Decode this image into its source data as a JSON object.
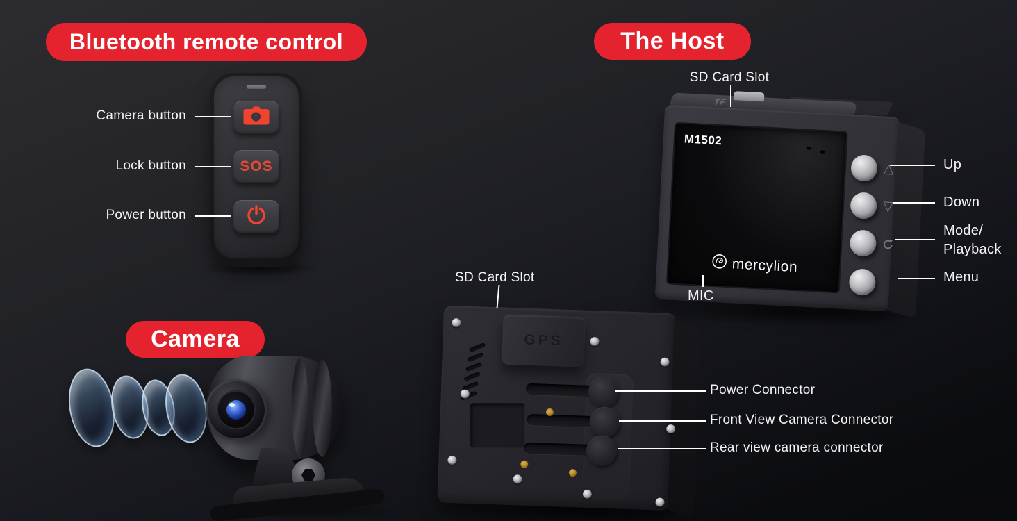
{
  "colors": {
    "badge_red": "#e5232e",
    "accent_red": "#ef4430",
    "label_white": "#f4f4f6",
    "background_top": "#2d2d31",
    "background_bottom": "#090a0e"
  },
  "remote_section": {
    "badge": "Bluetooth remote control",
    "labels": {
      "camera": "Camera button",
      "lock": "Lock button",
      "power": "Power button"
    },
    "device": {
      "sos_text": "SOS"
    }
  },
  "host_section": {
    "badge": "The Host",
    "sd_card_label": "SD Card Slot",
    "mic_label": "MIC",
    "device": {
      "model": "M1502",
      "brand": "mercylion",
      "tf_text": "TF"
    },
    "button_labels": {
      "up": "Up",
      "down": "Down",
      "mode_line1": "Mode/",
      "mode_line2": "Playback",
      "menu": "Menu"
    }
  },
  "camera_section": {
    "badge": "Camera"
  },
  "host_back_section": {
    "sd_card_label": "SD Card Slot",
    "device": {
      "gps_text": "GPS"
    },
    "connector_labels": {
      "power": "Power Connector",
      "front_camera": "Front View Camera Connector",
      "rear_camera": "Rear view camera connector"
    }
  }
}
